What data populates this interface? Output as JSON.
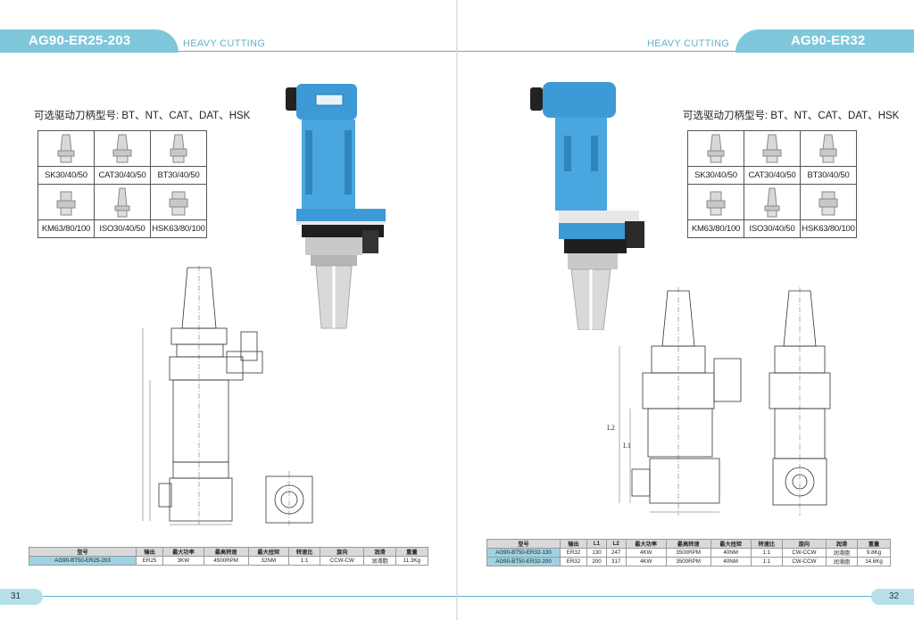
{
  "left": {
    "title": "AG90-ER25-203",
    "subtitle": "HEAVY CUTTING",
    "optional_label": "可选驱动刀柄型号: BT、NT、CAT、DAT、HSK",
    "holders": [
      "SK30/40/50",
      "CAT30/40/50",
      "BT30/40/50",
      "KM63/80/100",
      "ISO30/40/50",
      "HSK63/80/100"
    ],
    "table": {
      "headers": [
        "型号",
        "输出",
        "最大功率",
        "最高转速",
        "最大扭矩",
        "转速比",
        "旋向",
        "润滑",
        "重量"
      ],
      "rows": [
        [
          "AG90-BT50-ER25-203",
          "ER25",
          "3KW",
          "4500RPM",
          "32NM",
          "1:1",
          "CCW-CW",
          "润滑脂",
          "11.3Kg"
        ]
      ]
    },
    "page_number": "31"
  },
  "right": {
    "title": "AG90-ER32",
    "subtitle": "HEAVY CUTTING",
    "optional_label": "可选驱动刀柄型号: BT、NT、CAT、DAT、HSK",
    "holders": [
      "SK30/40/50",
      "CAT30/40/50",
      "BT30/40/50",
      "KM63/80/100",
      "ISO30/40/50",
      "HSK63/80/100"
    ],
    "drawing_labels": {
      "l2": "L2",
      "l1": "L1"
    },
    "table": {
      "headers": [
        "型号",
        "输出",
        "L1",
        "L2",
        "最大功率",
        "最高转速",
        "最大扭矩",
        "转速比",
        "旋向",
        "润滑",
        "重量"
      ],
      "rows": [
        [
          "AG90-BT50-ER32-130",
          "ER32",
          "130",
          "247",
          "4KW",
          "3500RPM",
          "40NM",
          "1:1",
          "CW-CCW",
          "润滑脂",
          "9.8Kg"
        ],
        [
          "AG90-BT50-ER32-200",
          "ER32",
          "200",
          "317",
          "4KW",
          "3500RPM",
          "40NM",
          "1:1",
          "CW-CCW",
          "润滑脂",
          "14.6Kg"
        ]
      ]
    },
    "page_number": "32"
  },
  "colors": {
    "accent": "#7fc8dc",
    "accent_line": "#5bb3cf",
    "product_blue": "#3d9ad6",
    "model_cell": "#9fd3e4"
  }
}
